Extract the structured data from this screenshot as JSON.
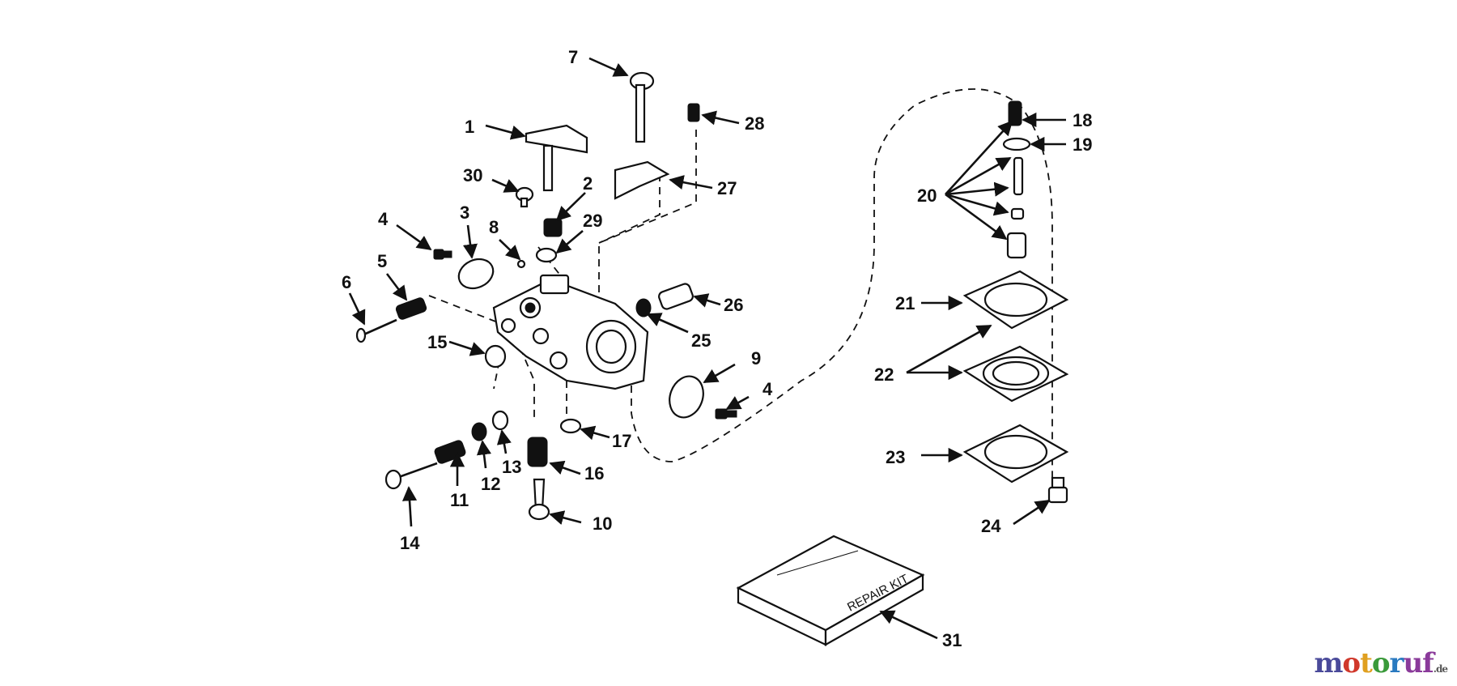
{
  "callouts": [
    "1",
    "2",
    "3",
    "4",
    "5",
    "6",
    "7",
    "8",
    "9",
    "10",
    "11",
    "12",
    "13",
    "14",
    "15",
    "16",
    "17",
    "18",
    "19",
    "20",
    "21",
    "22",
    "23",
    "24",
    "25",
    "26",
    "27",
    "28",
    "29",
    "30",
    "31"
  ],
  "callout_4b": "4",
  "kit_label": "REPAIR KIT",
  "watermark": {
    "parts": [
      "m",
      "o",
      "t",
      "o",
      "r",
      "uf"
    ],
    "suffix": ".de"
  }
}
